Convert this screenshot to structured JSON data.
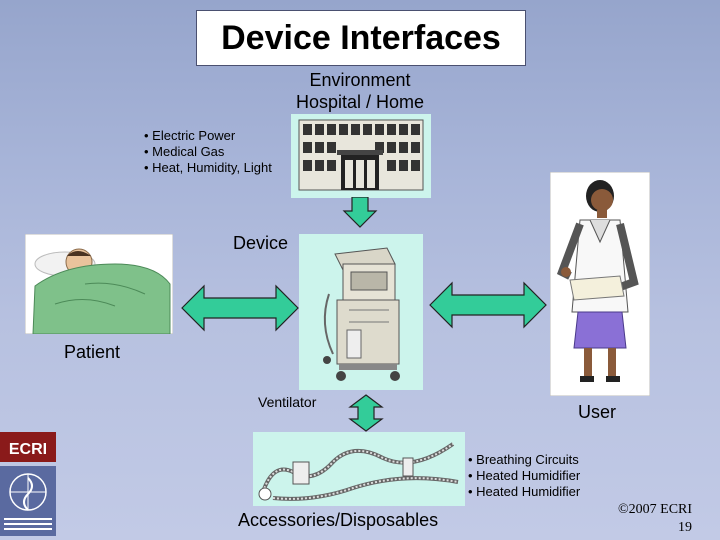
{
  "title": "Device Interfaces",
  "environment": {
    "line1": "Environment",
    "line2": "Hospital / Home",
    "items": [
      "• Electric Power",
      "• Medical Gas",
      "• Heat, Humidity, Light"
    ]
  },
  "device_label": "Device",
  "patient_label": "Patient",
  "ventilator_label": "Ventilator",
  "user_label": "User",
  "accessories": {
    "label": "Accessories/Disposables",
    "items": [
      "• Breathing Circuits",
      "• Heated Humidifier",
      "• Heated Humidifier"
    ]
  },
  "footer": {
    "copyright": "©2007 ECRI",
    "slide_number": "19"
  },
  "colors": {
    "arrow": "#33cc99",
    "panel": "#ccf4ec",
    "background": "#a7b4d8"
  }
}
